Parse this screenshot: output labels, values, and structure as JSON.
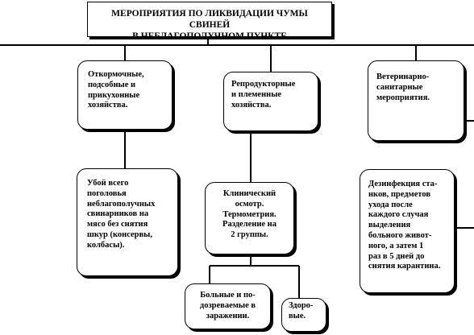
{
  "diagram": {
    "title": "МЕРОПРИЯТИЯ ПО ЛИКВИДАЦИИ ЧУМЫ СВИНЕЙ\nВ НЕБЛАГОПОЛУЧНОМ ПУНКТЕ",
    "nodes": {
      "fattening": "Откормочные,\nподсобные и\nприкухонные\nхозяйства.",
      "breeding": "Репродукторные\nи племенные\nхозяйства.",
      "vet": "Ветеринарно-\nсанитарные\nмероприятия.",
      "slaughter": "Убой всего\nпоголовья\nнеблагополучных\nсвинарников на\nмясо без снятия\nшкур (консервы,\nколбасы).",
      "clinical": "Клинический\nосмотр.\nТермометрия.\nРазделение на\n2 группы.",
      "sick": "Больные и по-\nдозреваемые в\nзаражении.",
      "healthy": "Здоро-\nвые.",
      "disinfect": "Дезинфекция ста-\nнков, предметов\nухода после\nкаждого случая\nвыделения\nбольного живот-\nного, а затем 1\nраз в 5 дней до\nснятия карантина."
    }
  }
}
